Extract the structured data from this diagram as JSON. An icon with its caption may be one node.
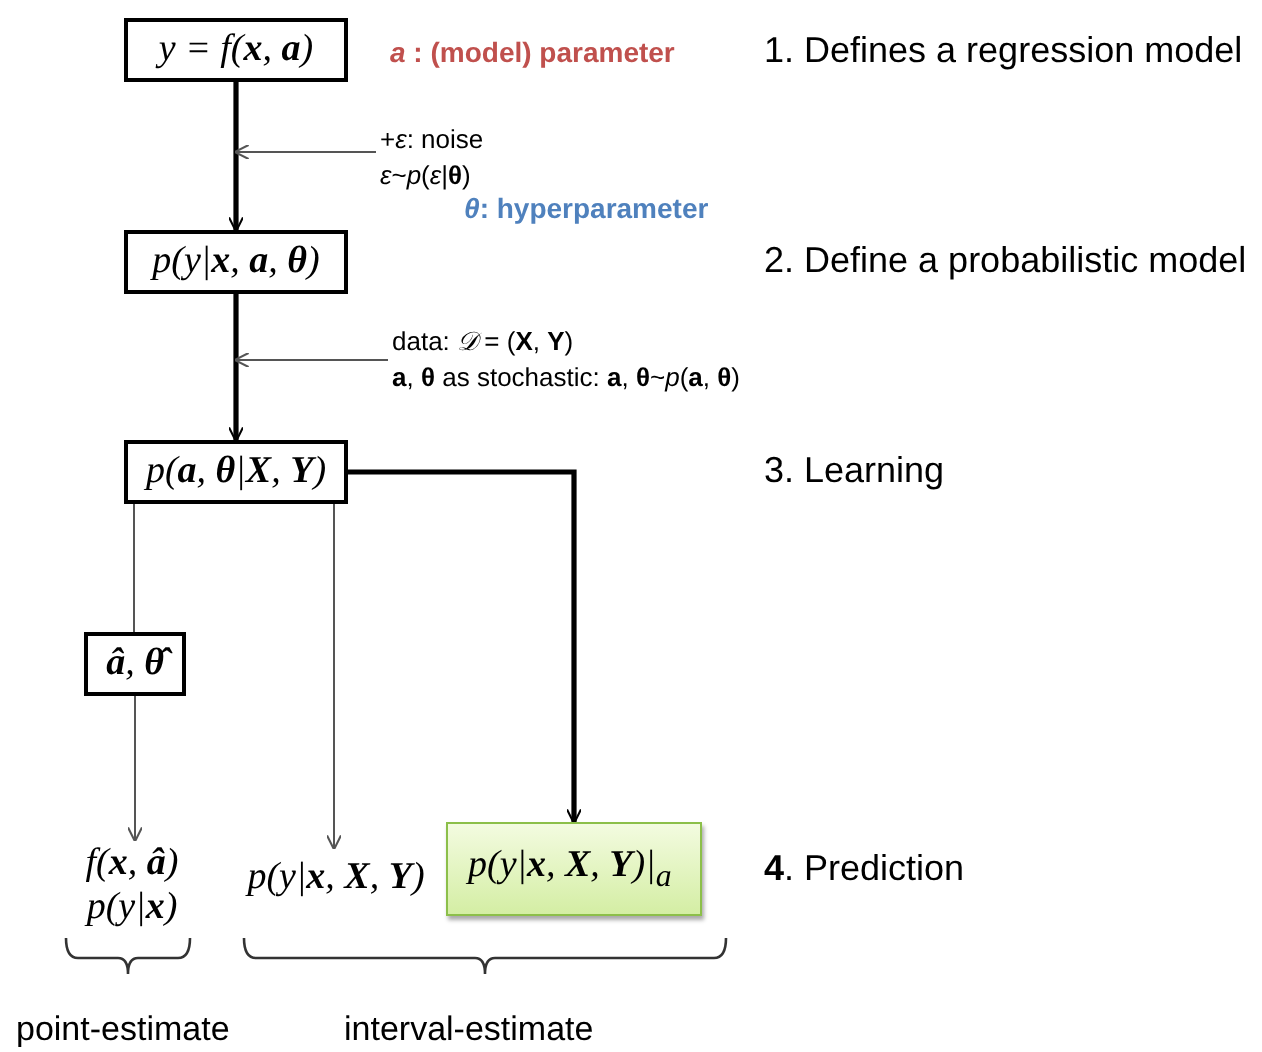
{
  "diagram": {
    "nodes": [
      {
        "text": [
          "y = f(**x**, **a**)"
        ]
      },
      {
        "text": [
          "p(y|**x**, **a**, **θ**)"
        ]
      },
      {
        "text": [
          "p(**a**, **θ**|**X**, **Y**)"
        ]
      },
      {
        "text": [
          "**â**, **θ̂**"
        ]
      },
      {
        "text": [
          "f(**x**, **â**)",
          "p(y|**x**)"
        ]
      },
      {
        "text": [
          "p(y|**x**, **X**, **Y**)"
        ]
      },
      {
        "text": [
          "p(y|**x**, **X**, **Y**)|$_{a}$"
        ]
      },
      {
        "text": [
          "+*ε*: noise",
          "*ε*~*p*(*ε*|**θ**)"
        ]
      },
      {
        "text": [
          "data: *𝒟* = (**X**, **Y**)",
          "**a**, **θ** as stochastic: **a**, **θ**~*p*(**a**, **θ**)"
        ]
      }
    ],
    "edges": [
      {
        "from": 0,
        "to": 1,
        "arrow": "to",
        "style": "thick",
        "color": "#000000"
      },
      {
        "from": 1,
        "to": 2,
        "arrow": "to",
        "style": "thick",
        "color": "#000000"
      },
      {
        "from": 2,
        "to": 3,
        "arrow": "none"
      },
      {
        "from": 3,
        "to": 4,
        "arrow": "to"
      },
      {
        "from": 2,
        "to": 5,
        "arrow": "to"
      },
      {
        "from": 2,
        "to": 6,
        "arrow": "to",
        "style": "thick",
        "color": "#000000"
      },
      {
        "from": 7,
        "to": null,
        "arrow": "to"
      },
      {
        "from": 8,
        "to": null,
        "arrow": "to"
      }
    ],
    "labels": [
      "*a* : (model) parameter",
      "1. Defines a regression model",
      "*θ*: hyperparameter",
      "2. Define a probabilistic model",
      "3. Learning",
      "**4**. Prediction",
      "point-estimate",
      "interval-estimate"
    ]
  }
}
